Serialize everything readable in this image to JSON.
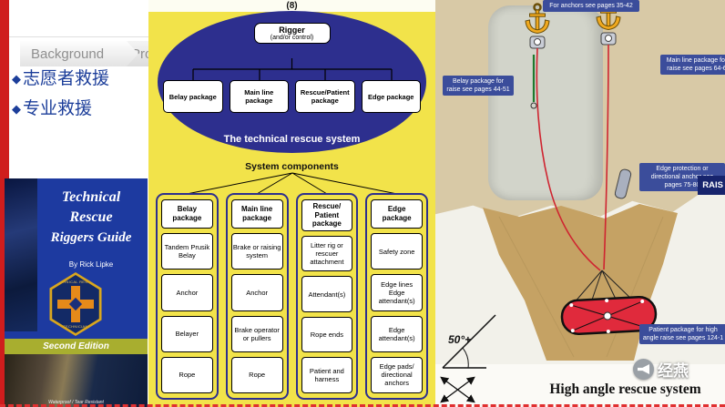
{
  "page": {
    "breadcrumb": {
      "item1": "Background",
      "item2": "Pro"
    },
    "bullets": [
      {
        "marker": "◆",
        "text": "志愿者救援"
      },
      {
        "marker": "◆",
        "text": "专业救援"
      }
    ]
  },
  "book": {
    "title1": "Technical",
    "title2": "Rescue",
    "title3": "Riggers Guide",
    "author": "By Rick Lipke",
    "badge_line1": "TECHNICAL RESCUE",
    "badge_line2": "TECHNICIAN",
    "edition": "Second Edition",
    "footnote": "Waterproof / Tear Resistant"
  },
  "diagram": {
    "page_number": "(8)",
    "rigger_line1": "Rigger",
    "rigger_line2": "(and/or control)",
    "ellipse_caption": "The technical rescue system",
    "top_boxes": [
      "Belay package",
      "Main line package",
      "Rescue/Patient package",
      "Edge package"
    ],
    "components_title": "System components",
    "columns": [
      {
        "header": "Belay package",
        "items": [
          "Tandem Prusik Belay",
          "Anchor",
          "Belayer",
          "Rope"
        ]
      },
      {
        "header": "Main line package",
        "items": [
          "Brake or raising system",
          "Anchor",
          "Brake operator or pullers",
          "Rope"
        ]
      },
      {
        "header": "Rescue/ Patient package",
        "items": [
          "Litter rig or rescuer attachment",
          "Attendant(s)",
          "Rope ends",
          "Patient and harness"
        ]
      },
      {
        "header": "Edge package",
        "items": [
          "Safety zone",
          "Edge lines Edge attendant(s)",
          "Edge attendant(s)",
          "Edge pads/ directional anchors"
        ]
      }
    ],
    "colors": {
      "ellipse": "#2d2f8e",
      "background": "#f2e34a"
    }
  },
  "illustration": {
    "labels": {
      "anchors": "For anchors see pages 35-42",
      "belay": "Belay package for raise see pages 44-51",
      "main_line": "Main line package for raise see pages 64-6",
      "edge": "Edge protection or directional anchor see pages 75-80",
      "patient": "Patient package for high angle raise see pages 124-1",
      "rais": "RAIS"
    },
    "angle_label": "50°+",
    "caption": "High angle rescue system",
    "watermark": "经燕",
    "colors": {
      "label_bg": "#3b4d9b",
      "litter": "#e02a3c",
      "rock": "#d8c9a6",
      "funnel": "#c5a264"
    }
  }
}
